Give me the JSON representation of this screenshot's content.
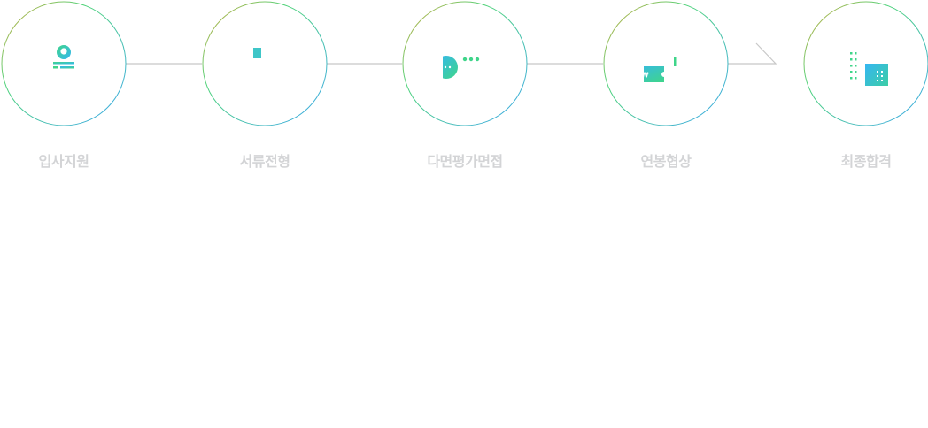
{
  "process": {
    "steps": [
      {
        "label": "입사지원",
        "icon": "applicant-profile-icon"
      },
      {
        "label": "서류전형",
        "icon": "document-screening-icon"
      },
      {
        "label": "다면평가면접",
        "icon": "interview-chat-icon"
      },
      {
        "label": "연봉협상",
        "icon": "salary-money-icon"
      },
      {
        "label": "최종합격",
        "icon": "building-icon"
      }
    ]
  },
  "colors": {
    "gradient_start": "#3fd58a",
    "gradient_end": "#35b6f2",
    "circle_ring_warm": "#d9a93c",
    "connector": "#c8c8c8",
    "label": "#d3d4d6"
  }
}
